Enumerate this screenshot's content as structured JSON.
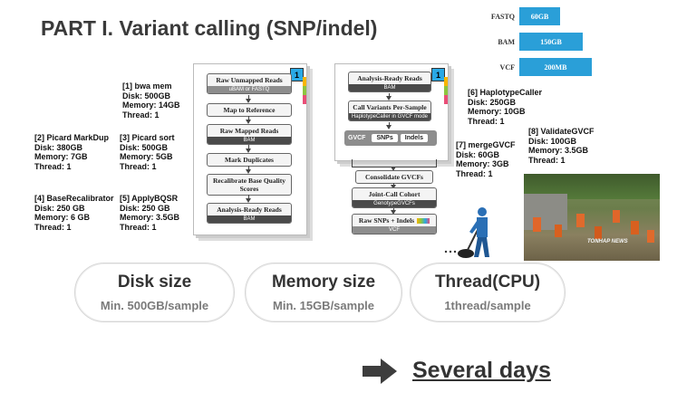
{
  "title": "PART I. Variant calling (SNP/indel)",
  "sizes": [
    {
      "label": "FASTQ",
      "value": "60GB",
      "bar_fraction": 0.45
    },
    {
      "label": "BAM",
      "value": "150GB",
      "bar_fraction": 0.7
    },
    {
      "label": "VCF",
      "value": "200MB",
      "bar_fraction": 0.8
    }
  ],
  "steps": {
    "bwa": {
      "name": "[1] bwa mem",
      "disk": "Disk: 500GB",
      "memory": "Memory: 14GB",
      "thread": "Thread: 1"
    },
    "markdup": {
      "name": "[2] Picard MarkDup",
      "disk": "Disk: 380GB",
      "memory": "Memory: 7GB",
      "thread": "Thread: 1"
    },
    "sort": {
      "name": "[3] Picard sort",
      "disk": "Disk: 500GB",
      "memory": "Memory: 5GB",
      "thread": "Thread: 1"
    },
    "recal": {
      "name": "[4] BaseRecalibrator",
      "disk": "Disk: 250 GB",
      "memory": "Memory: 6 GB",
      "thread": "Thread: 1"
    },
    "bqsr": {
      "name": "[5] ApplyBQSR",
      "disk": "Disk: 250 GB",
      "memory": "Memory: 3.5GB",
      "thread": "Thread: 1"
    },
    "hc": {
      "name": "[6] HaplotypeCaller",
      "disk": "Disk: 250GB",
      "memory": "Memory: 10GB",
      "thread": "Thread: 1"
    },
    "merge": {
      "name": "[7] mergeGVCF",
      "disk": "Disk: 60GB",
      "memory": "Memory: 3GB",
      "thread": "Thread: 1"
    },
    "validate": {
      "name": "[8] ValidateGVCF",
      "disk": "Disk: 100GB",
      "memory": "Memory: 3.5GB",
      "thread": "Thread: 1"
    }
  },
  "flow_left": {
    "badge": "1",
    "boxes": [
      {
        "main": "Raw Unmapped Reads",
        "sub": "uBAM or FASTQ"
      },
      {
        "main": "Map to Reference",
        "sub": ""
      },
      {
        "main": "Raw Mapped Reads",
        "sub": "BAM"
      },
      {
        "main": "Mark Duplicates",
        "sub": ""
      },
      {
        "main": "Recalibrate Base Quality Scores",
        "sub": ""
      },
      {
        "main": "Analysis-Ready Reads",
        "sub": "BAM"
      }
    ]
  },
  "flow_right": {
    "badge": "1",
    "ready": {
      "main": "Analysis-Ready Reads",
      "sub": "BAM"
    },
    "call": {
      "main": "Call Variants Per-Sample",
      "sub": "HaplotypeCaller in GVCF mode"
    },
    "gvcf": {
      "label": "GVCF",
      "snps": "SNPs",
      "indels": "Indels"
    },
    "consolidate": "Consolidate GVCFs",
    "joint": {
      "main": "Joint-Call Cohort",
      "sub": "GenotypeGVCFs"
    },
    "raw": {
      "main": "Raw SNPs + Indels",
      "sub": "VCF"
    }
  },
  "photo": {
    "watermark": "TONHAP NEWS"
  },
  "pills": [
    {
      "heading": "Disk size",
      "value": "Min. 500GB/sample"
    },
    {
      "heading": "Memory size",
      "value": "Min. 15GB/sample"
    },
    {
      "heading": "Thread(CPU)",
      "value": "1thread/sample"
    }
  ],
  "conclusion": "Several days",
  "colors": {
    "accent_blue": "#2a9fd8",
    "dark_text": "#333333",
    "pill_value": "#7a7a7a"
  }
}
